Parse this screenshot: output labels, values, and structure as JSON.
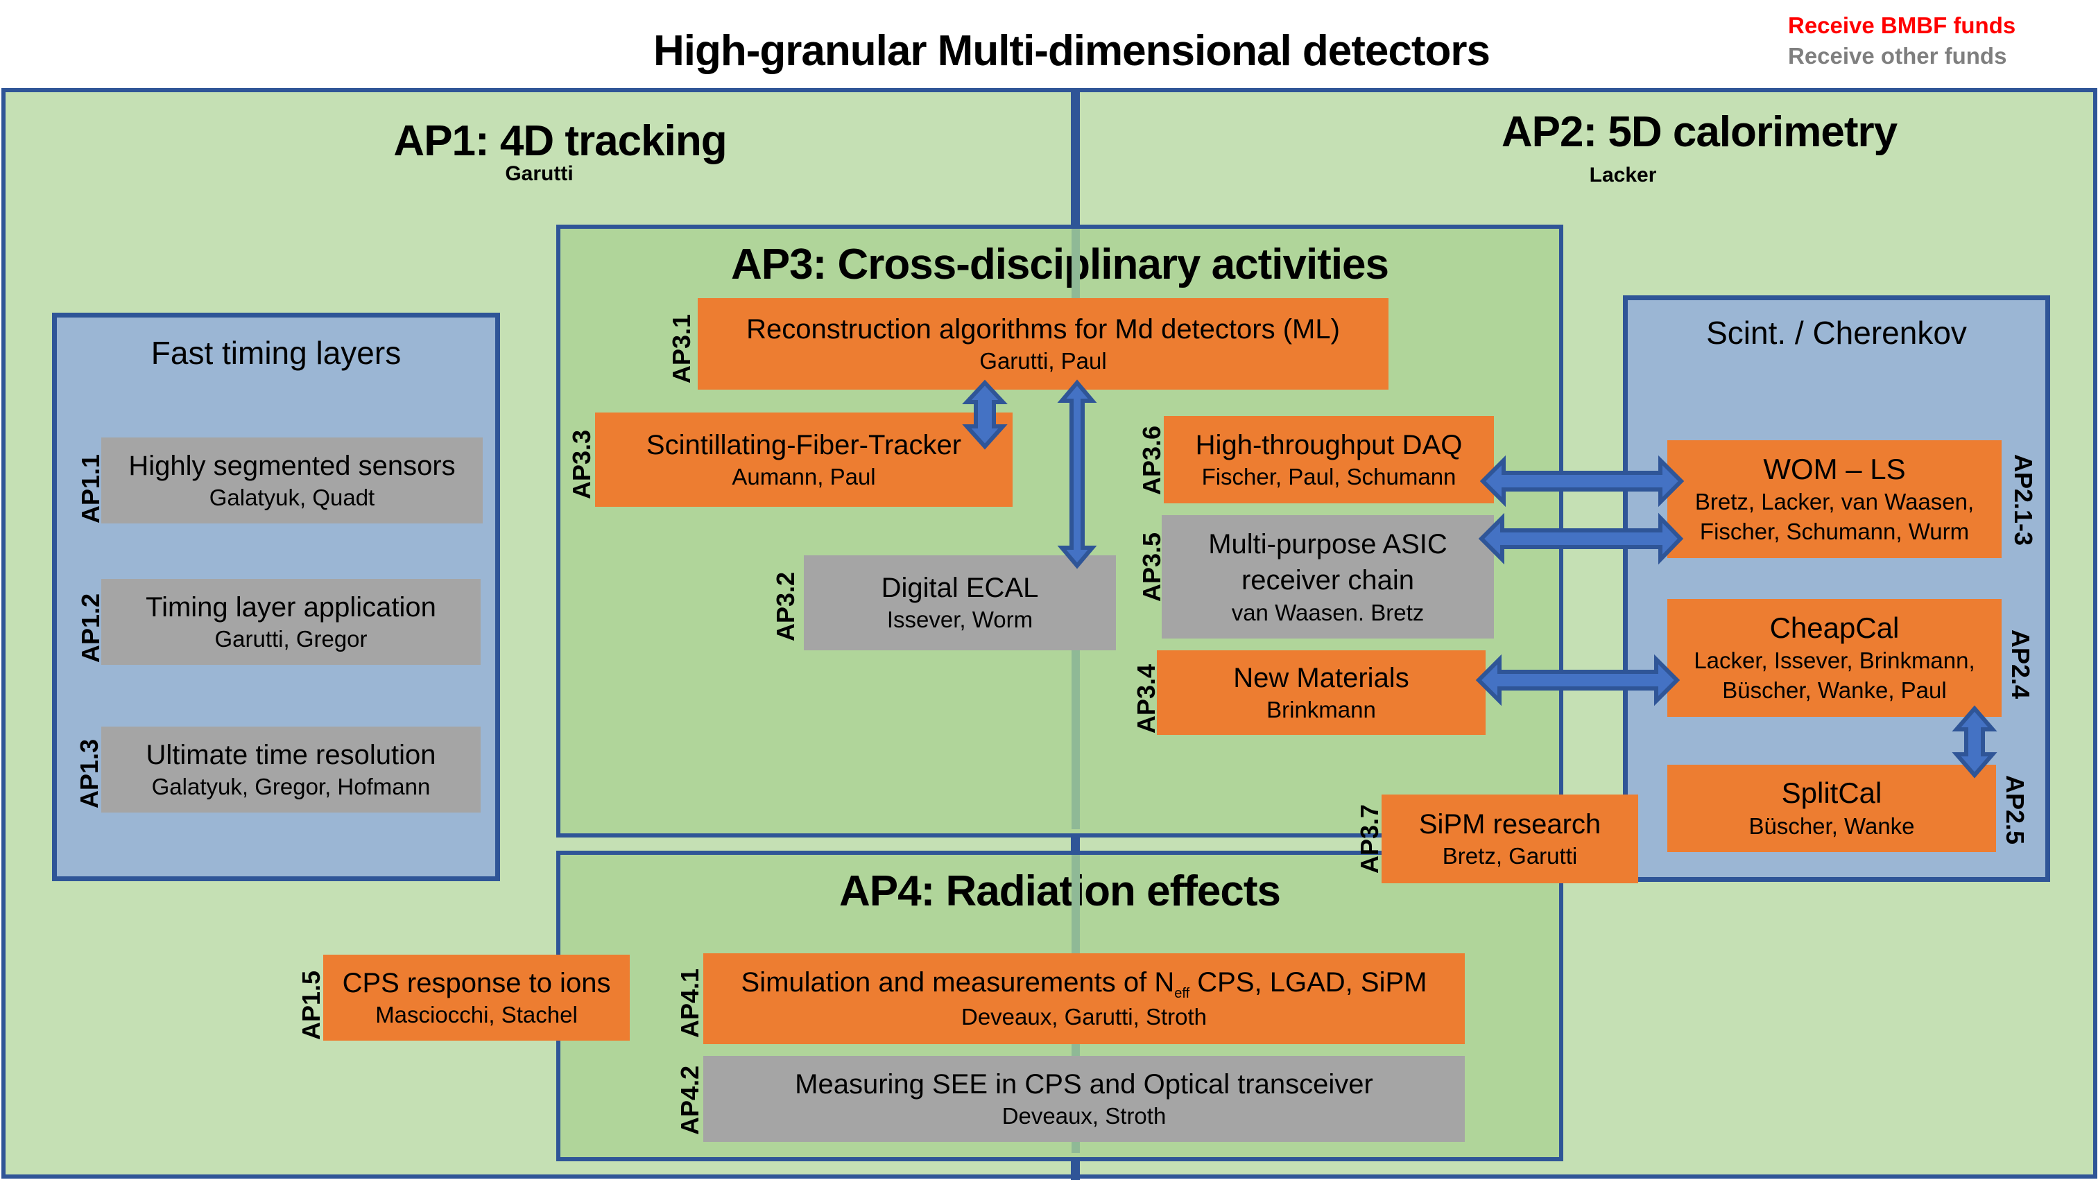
{
  "title": "High-granular Multi-dimensional detectors",
  "legend": {
    "bmbf": {
      "label": "Receive BMBF funds",
      "color": "#ff0000"
    },
    "other": {
      "label": "Receive  other funds",
      "color": "#7f7f7f"
    }
  },
  "colors": {
    "frame_border": "#2f5597",
    "outer_fill": "#c5e0b4",
    "inner_fill": "#b0d59a",
    "panel_fill": "#9bb6d4",
    "bmbf_box": "#ed7d31",
    "other_box": "#a5a5a5",
    "arrow_fill": "#4472c4"
  },
  "ap1": {
    "heading": "AP1: 4D tracking",
    "lead": "Garutti"
  },
  "ap2": {
    "heading": "AP2: 5D calorimetry",
    "lead": "Lacker"
  },
  "ap3": {
    "heading": "AP3: Cross-disciplinary activities"
  },
  "ap4": {
    "heading": "AP4: Radiation effects"
  },
  "panels": {
    "fast_timing": {
      "title": "Fast timing layers"
    },
    "scint": {
      "title": "Scint. / Cherenkov"
    }
  },
  "work_packages": {
    "ap1_1": {
      "code": "AP1.1",
      "title": "Highly segmented sensors",
      "people": "Galatyuk, Quadt",
      "funding": "other"
    },
    "ap1_2": {
      "code": "AP1.2",
      "title": "Timing layer application",
      "people": "Garutti, Gregor",
      "funding": "other"
    },
    "ap1_3": {
      "code": "AP1.3",
      "title": "Ultimate time resolution",
      "people": "Galatyuk, Gregor, Hofmann",
      "funding": "other"
    },
    "ap1_5": {
      "code": "AP1.5",
      "title": "CPS response to ions",
      "people": "Masciocchi, Stachel",
      "funding": "bmbf"
    },
    "ap3_1": {
      "code": "AP3.1",
      "title": "Reconstruction algorithms for Md detectors (ML)",
      "people": "Garutti, Paul",
      "funding": "bmbf"
    },
    "ap3_2": {
      "code": "AP3.2",
      "title": "Digital ECAL",
      "people": "Issever, Worm",
      "funding": "other"
    },
    "ap3_3": {
      "code": "AP3.3",
      "title": "Scintillating-Fiber-Tracker",
      "people": "Aumann, Paul",
      "funding": "bmbf"
    },
    "ap3_4": {
      "code": "AP3.4",
      "title": "New Materials",
      "people": "Brinkmann",
      "funding": "bmbf"
    },
    "ap3_5": {
      "code": "AP3.5",
      "title": "Multi-purpose ASIC receiver chain",
      "people": "van Waasen. Bretz",
      "funding": "other"
    },
    "ap3_6": {
      "code": "AP3.6",
      "title": "High-throughput DAQ",
      "people": "Fischer, Paul, Schumann",
      "funding": "bmbf"
    },
    "ap3_7": {
      "code": "AP3.7",
      "title": "SiPM research",
      "people": "Bretz, Garutti",
      "funding": "bmbf"
    },
    "ap4_1": {
      "code": "AP4.1",
      "title_pre": "Simulation and measurements of N",
      "title_sub": "eff",
      "title_post": " CPS, LGAD, SiPM",
      "people": "Deveaux, Garutti, Stroth",
      "funding": "bmbf"
    },
    "ap4_2": {
      "code": "AP4.2",
      "title": "Measuring SEE in CPS and Optical transceiver",
      "people": "Deveaux, Stroth",
      "funding": "other"
    },
    "ap2_1_3": {
      "code": "AP2.1-3",
      "title": "WOM – LS",
      "people_line1": "Bretz, Lacker, van Waasen,",
      "people_line2": "Fischer, Schumann, Wurm",
      "funding": "bmbf"
    },
    "ap2_4": {
      "code": "AP2.4",
      "title": "CheapCal",
      "people_line1": "Lacker, Issever, Brinkmann,",
      "people_line2": "Büscher, Wanke, Paul",
      "funding": "bmbf"
    },
    "ap2_5": {
      "code": "AP2.5",
      "title": "SplitCal",
      "people": "Büscher, Wanke",
      "funding": "bmbf"
    }
  },
  "connections": [
    {
      "from": "AP3.1",
      "to": "AP3.3",
      "type": "bidirectional"
    },
    {
      "from": "AP3.1",
      "to": "AP3.2",
      "type": "bidirectional"
    },
    {
      "from": "AP3.6",
      "to": "AP2.1-3",
      "type": "bidirectional"
    },
    {
      "from": "AP3.5",
      "to": "AP2.1-3",
      "type": "bidirectional"
    },
    {
      "from": "AP3.4",
      "to": "AP2.4",
      "type": "bidirectional"
    },
    {
      "from": "AP2.4",
      "to": "AP2.5",
      "type": "bidirectional"
    }
  ]
}
